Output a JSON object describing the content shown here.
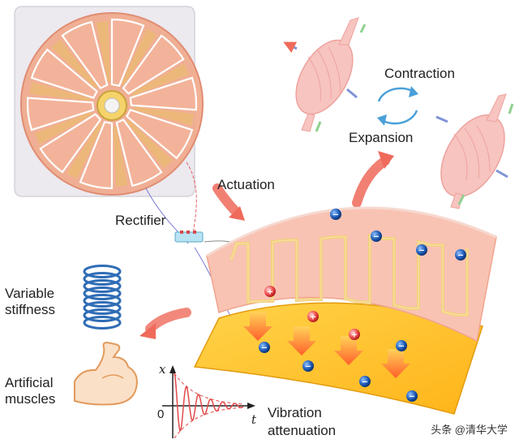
{
  "labels": {
    "contraction": "Contraction",
    "expansion": "Expansion",
    "actuation": "Actuation",
    "rectifier": "Rectifier",
    "variable_stiffness": "Variable\nstiffness",
    "artificial_muscles": "Artificial\nmuscles",
    "vibration_attenuation": "Vibration\nattenuation",
    "axis_x": "x",
    "axis_t": "t",
    "axis_zero": "0"
  },
  "watermark": "头条 @清华大学",
  "colors": {
    "rotor_base": "#f1a98a",
    "stator_panel": "#ece9ef",
    "film_top": "#f9c3b4",
    "film_bottom": "#ffc531",
    "electrode": "#f3cf7a",
    "arrow_red": "#ef6a5b",
    "spring_blue": "#2f6db6",
    "cycle_blue": "#4aa0d8",
    "charge_negative": "#1e5bb8",
    "charge_positive": "#e23a3a",
    "muscle_pink": "#f7c4c0"
  },
  "charges": {
    "negative_symbol": "−",
    "positive_symbol": "+"
  }
}
